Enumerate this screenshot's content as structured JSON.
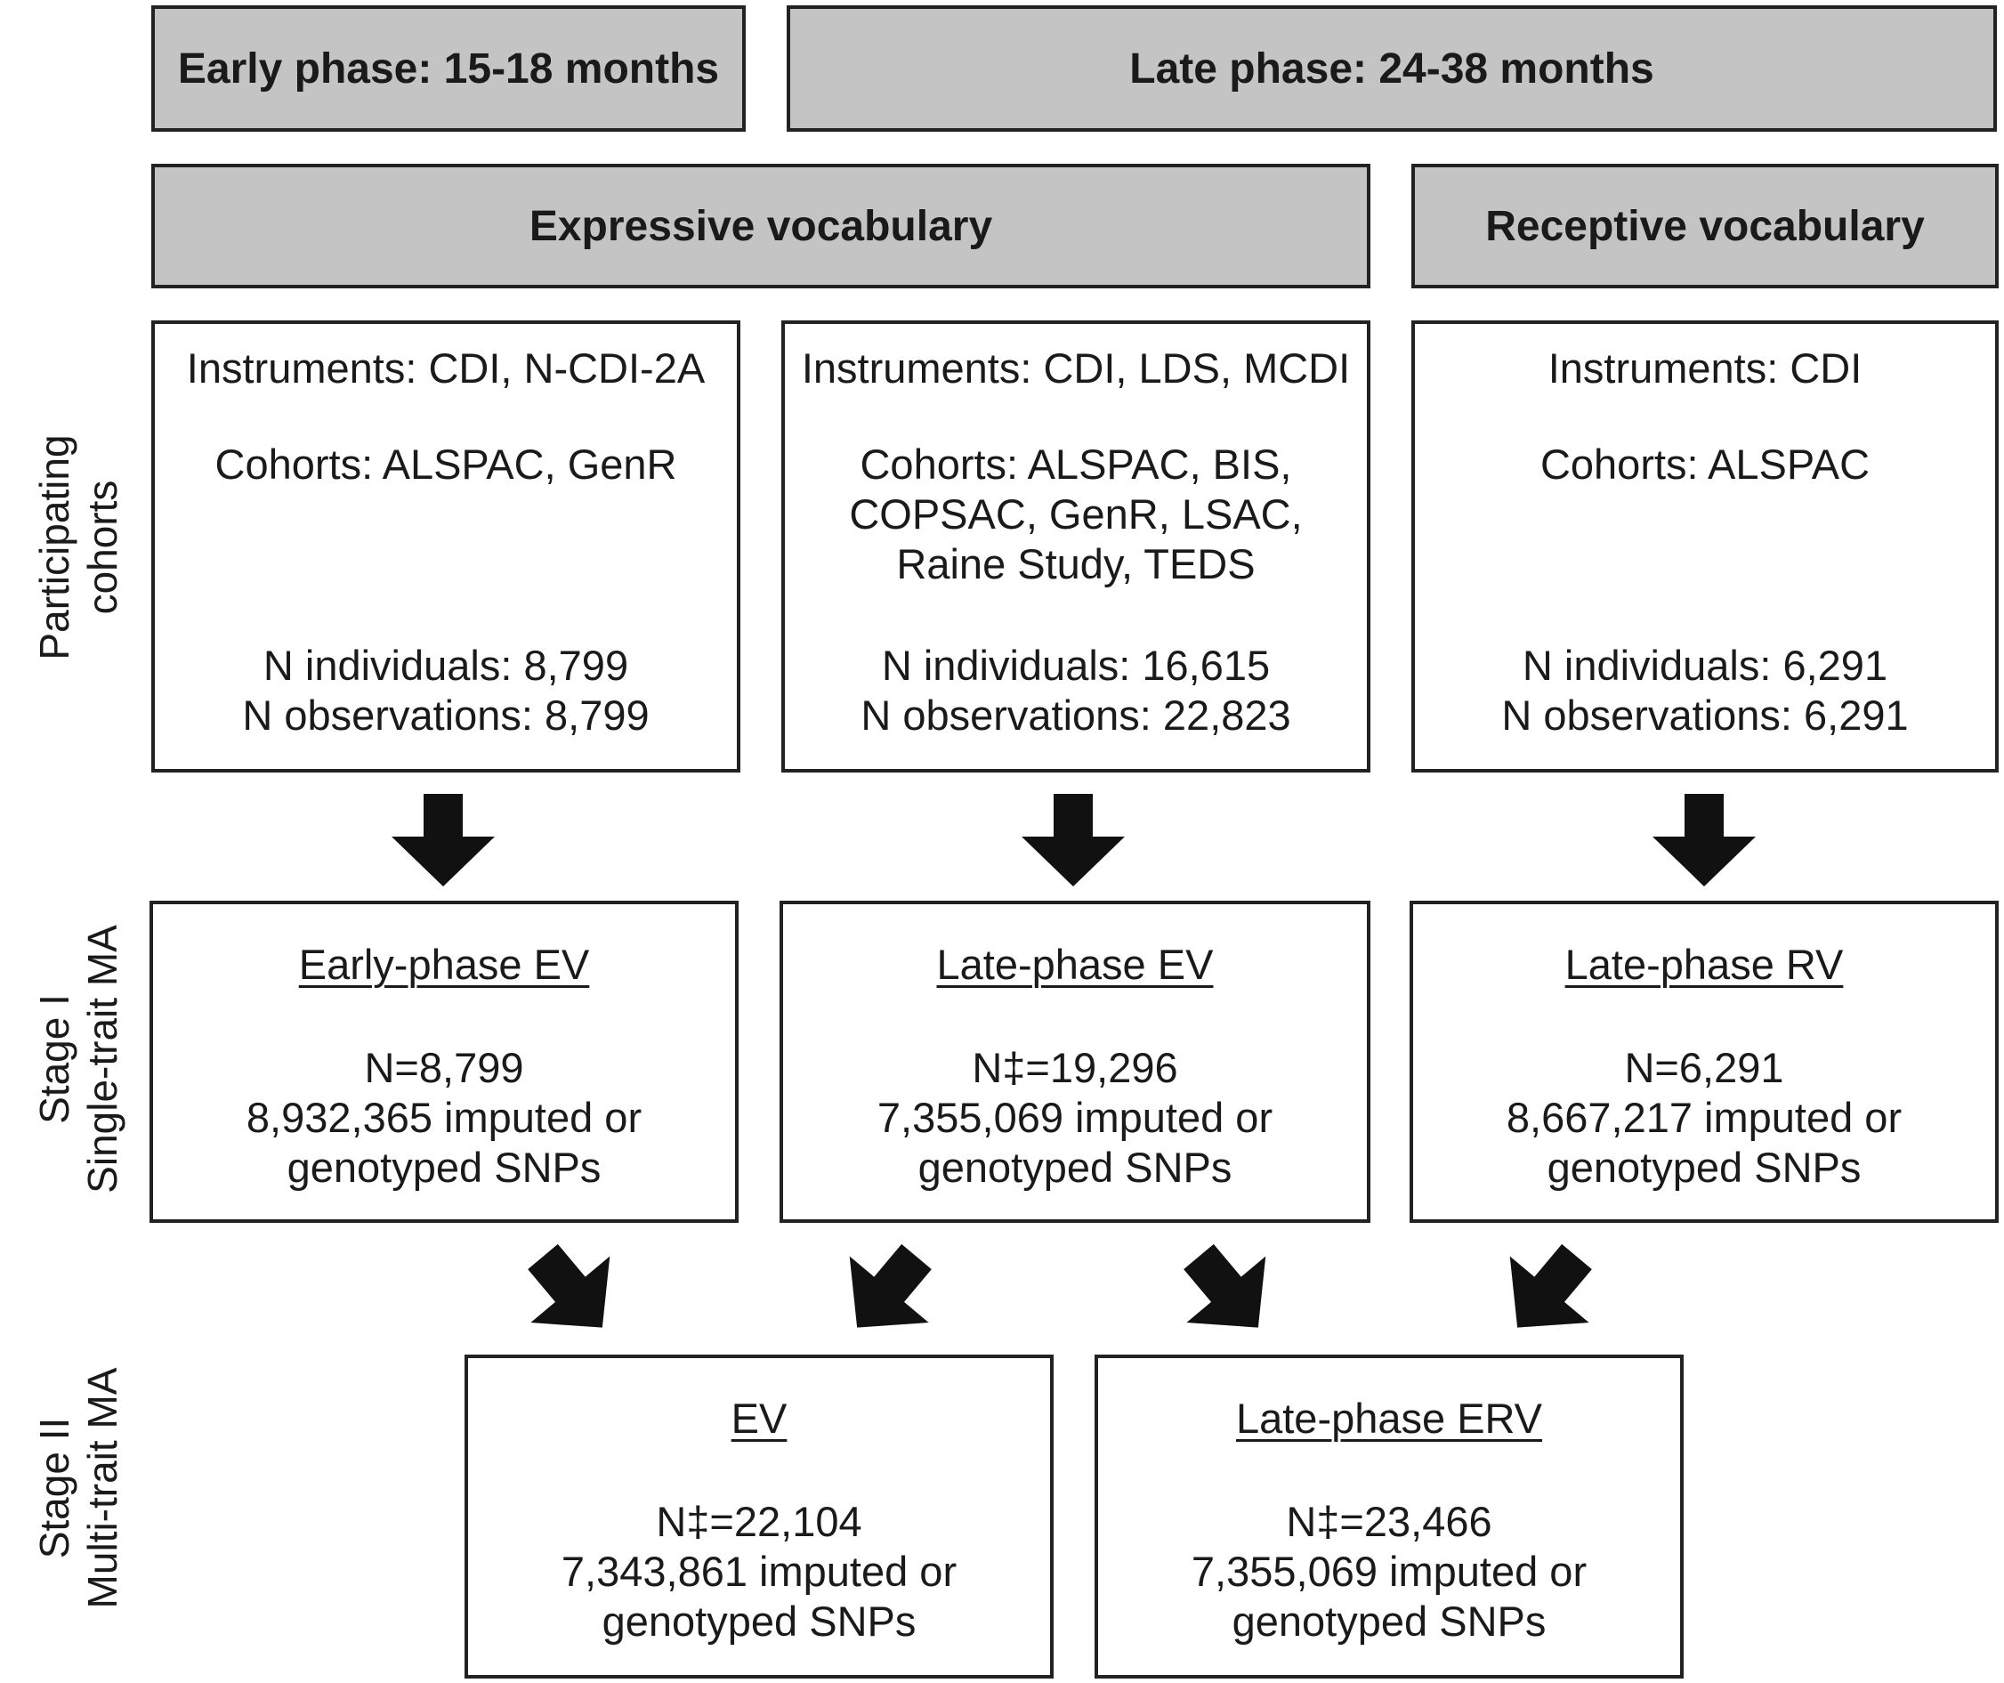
{
  "phases": {
    "early": "Early phase: 15-18 months",
    "late": "Late phase: 24-38 months"
  },
  "measures": {
    "expressive": "Expressive vocabulary",
    "receptive": "Receptive vocabulary"
  },
  "row_labels": {
    "cohorts": [
      "Participating",
      "cohorts"
    ],
    "stage1": [
      "Stage I",
      "Single-trait MA"
    ],
    "stage2": [
      "Stage II",
      "Multi-trait MA"
    ]
  },
  "cohort_boxes": [
    {
      "instruments": "Instruments: CDI, N-CDI-2A",
      "cohorts": [
        "Cohorts: ALSPAC, GenR"
      ],
      "n_individuals": "N individuals: 8,799",
      "n_observations": "N observations: 8,799"
    },
    {
      "instruments": "Instruments: CDI, LDS, MCDI",
      "cohorts": [
        "Cohorts: ALSPAC, BIS,",
        "COPSAC, GenR, LSAC,",
        "Raine Study, TEDS"
      ],
      "n_individuals": "N individuals: 16,615",
      "n_observations": "N observations: 22,823"
    },
    {
      "instruments": "Instruments: CDI",
      "cohorts": [
        "Cohorts: ALSPAC"
      ],
      "n_individuals": "N individuals: 6,291",
      "n_observations": "N observations: 6,291"
    }
  ],
  "stage1_boxes": [
    {
      "title": "Early-phase EV",
      "n": "N=8,799",
      "snps": [
        "8,932,365 imputed or",
        "genotyped SNPs"
      ]
    },
    {
      "title": "Late-phase EV",
      "n": "N‡=19,296",
      "snps": [
        "7,355,069 imputed or",
        "genotyped SNPs"
      ]
    },
    {
      "title": "Late-phase RV",
      "n": "N=6,291",
      "snps": [
        "8,667,217 imputed or",
        "genotyped SNPs"
      ]
    }
  ],
  "stage2_boxes": [
    {
      "title": "EV",
      "n": "N‡=22,104",
      "snps": [
        "7,343,861 imputed or",
        "genotyped SNPs"
      ]
    },
    {
      "title": "Late-phase ERV",
      "n": "N‡=23,466",
      "snps": [
        "7,355,069 imputed or",
        "genotyped SNPs"
      ]
    }
  ],
  "colors": {
    "header_fill": "#c4c4c4",
    "border": "#222222",
    "arrow": "#111111"
  }
}
